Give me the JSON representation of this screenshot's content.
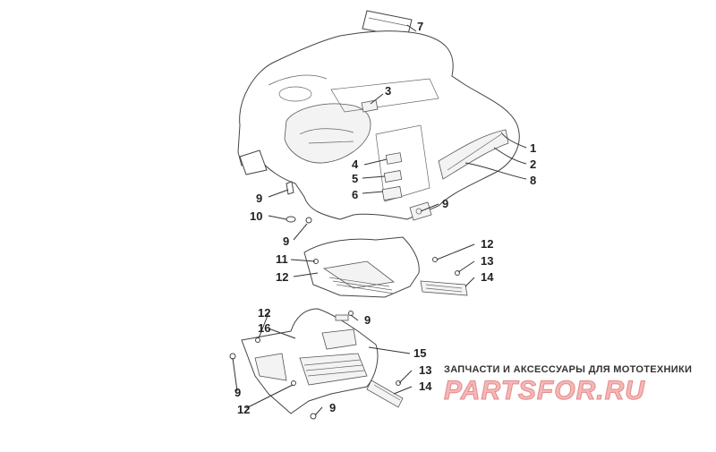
{
  "callouts": {
    "c1": "1",
    "c2": "2",
    "c3": "3",
    "c4": "4",
    "c5": "5",
    "c6": "6",
    "c7": "7",
    "c8": "8",
    "c9a": "9",
    "c9b": "9",
    "c9c": "9",
    "c9d": "9",
    "c9e": "9",
    "c9f": "9",
    "c10": "10",
    "c11": "11",
    "c12a": "12",
    "c12b": "12",
    "c12c": "12",
    "c12d": "12",
    "c13a": "13",
    "c13b": "13",
    "c14a": "14",
    "c14b": "14",
    "c15": "15",
    "c16": "16"
  },
  "watermark": {
    "tagline": "ЗАПЧАСТИ И АКСЕССУАРЫ ДЛЯ МОТОТЕХНИКИ",
    "logo": "PARTSFOR.RU"
  }
}
